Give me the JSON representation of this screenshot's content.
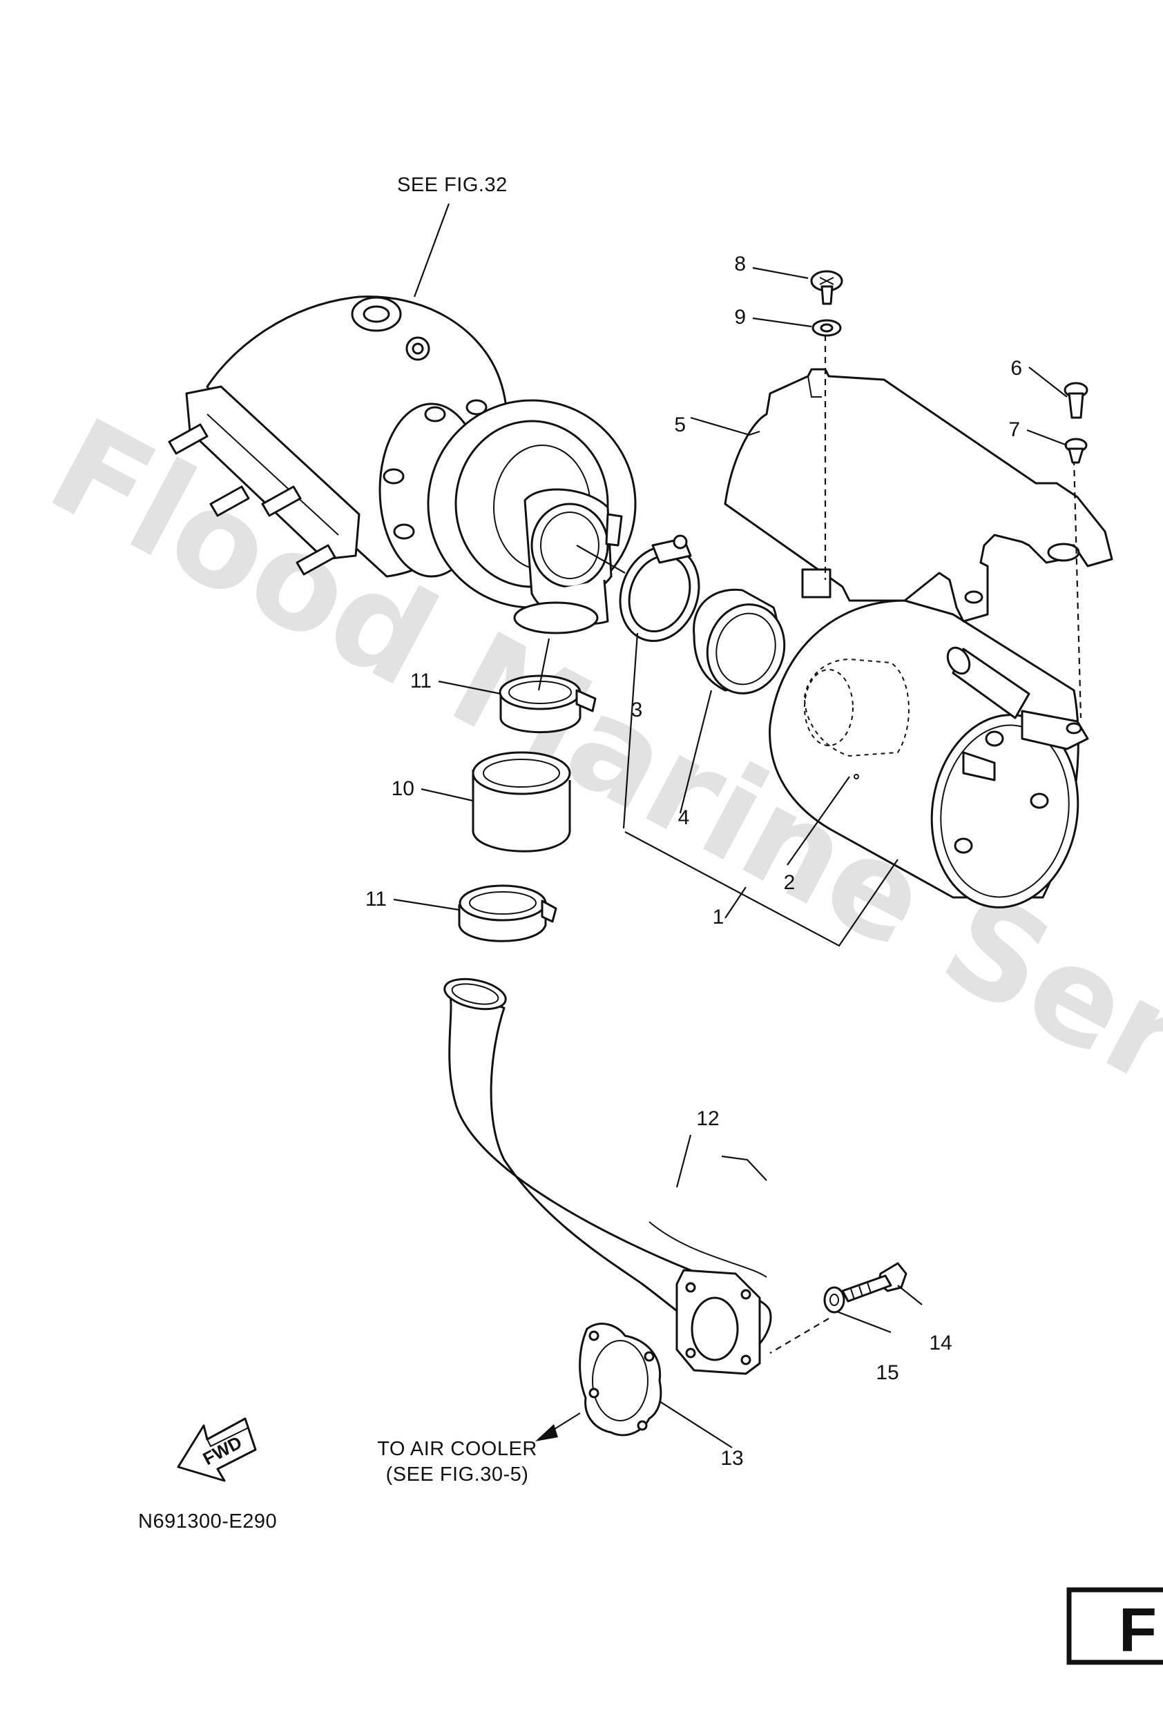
{
  "watermark": "Flood Marine Services",
  "references": {
    "fig32": "SEE FIG.32",
    "air_cooler_line1": "TO AIR COOLER",
    "air_cooler_line2": "(SEE FIG.30-5)",
    "fwd": "FWD",
    "drawing_code": "N691300-E290",
    "fig_box": "F"
  },
  "callouts": {
    "c1": "1",
    "c2": "2",
    "c3": "3",
    "c4": "4",
    "c5": "5",
    "c6": "6",
    "c7": "7",
    "c8": "8",
    "c9": "9",
    "c10": "10",
    "c11a": "11",
    "c11b": "11",
    "c12": "12",
    "c13": "13",
    "c14": "14",
    "c15": "15"
  }
}
